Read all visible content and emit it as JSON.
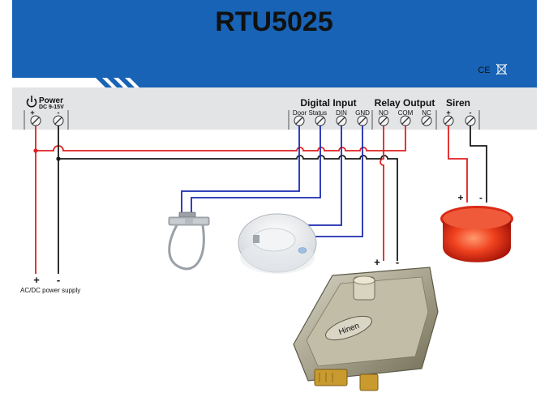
{
  "header": {
    "title": "RTU5025",
    "cert_mark_text": "CE"
  },
  "terminals": {
    "power": {
      "label": "Power",
      "voltage": "DC 9-15V",
      "plus": "+",
      "minus": "-"
    },
    "digital_input": {
      "label": "Digital Input",
      "door_status": "Door Status",
      "din": "DIN",
      "gnd": "GND"
    },
    "relay_output": {
      "label": "Relay Output",
      "no": "NO",
      "com": "COM",
      "nc": "NC"
    },
    "siren": {
      "label": "Siren",
      "plus": "+",
      "minus": "-"
    }
  },
  "supply": {
    "label": "AC/DC power supply",
    "plus": "+",
    "minus": "-"
  },
  "lock": {
    "plus": "+",
    "minus": "-",
    "brand": "Hinen"
  },
  "siren_device": {
    "plus": "+",
    "minus": "-"
  },
  "colors": {
    "header_blue": "#1863b5",
    "terminal_bar": "#e3e4e6",
    "wire_red": "#e02020",
    "wire_black": "#1a1a1a",
    "wire_blue": "#1c2bb0"
  }
}
